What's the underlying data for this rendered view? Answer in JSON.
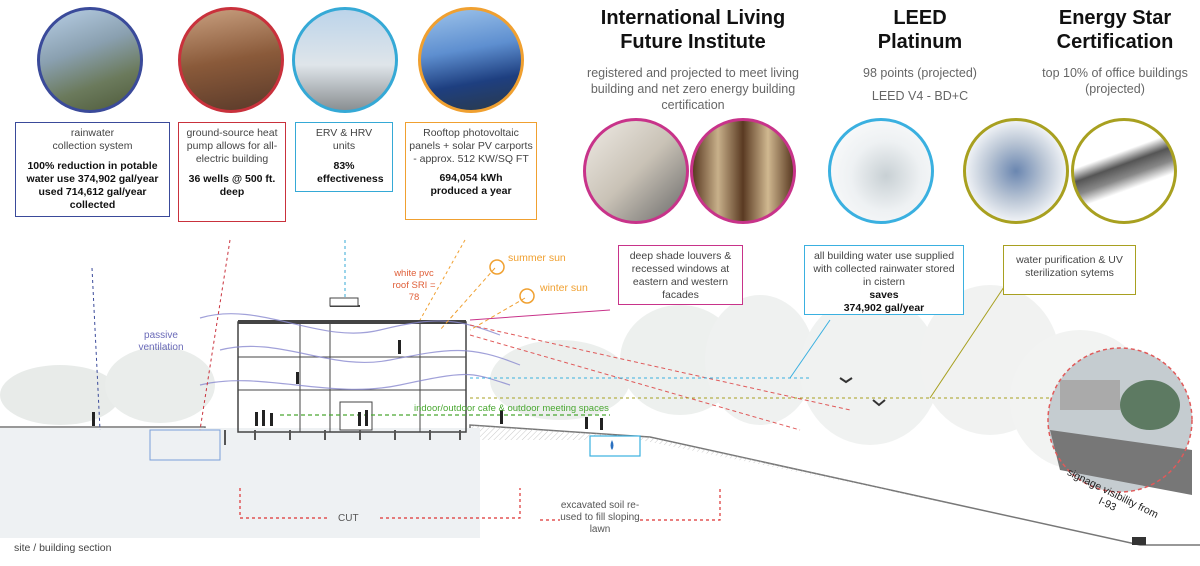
{
  "certifications": [
    {
      "title": "International Living Future Institute",
      "desc": "registered and projected to meet living building and net zero energy building certification"
    },
    {
      "title": "LEED Platinum",
      "desc": "98 points (projected)",
      "desc2": "LEED V4 - BD+C"
    },
    {
      "title": "Energy Star Certification",
      "desc": "top 10% of office buildings (projected)"
    }
  ],
  "callouts": {
    "rainwater": {
      "line1": "rainwater",
      "line2": "collection system",
      "bold": "100% reduction in potable water use 374,902 gal/year used 714,612 gal/year collected"
    },
    "geothermal": {
      "text": "ground-source heat pump allows for all-electric building",
      "bold": "36 wells @ 500 ft. deep"
    },
    "erv": {
      "text": "ERV & HRV units",
      "bold": "83% effectiveness"
    },
    "solar": {
      "text": "Rooftop photovoltaic panels + solar PV carports - approx. 512 KW/SQ FT",
      "bold": "694,054 kWh produced a year"
    },
    "louvers": {
      "text": "deep shade louvers & recessed windows at eastern and western facades"
    },
    "water_use": {
      "text": "all building water use supplied with collected rainwater stored in cistern",
      "bold1": "saves",
      "bold2": "374,902 gal/year"
    },
    "purification": {
      "text": "water purification & UV sterilization sytems"
    }
  },
  "section_labels": {
    "summer_sun": "summer sun",
    "winter_sun": "winter sun",
    "roof": "white pvc roof SRI = 78",
    "passive_ventilation": "passive ventilation",
    "cafe": "indoor/outdoor cafe & outdoor meeting spaces",
    "cut": "CUT",
    "fill": "excavated soil re-used to fill sloping lawn",
    "signage": "signage visibility from I-93",
    "caption": "site / building section"
  },
  "colors": {
    "rainwater": "#3a4a9a",
    "geothermal": "#c9313c",
    "erv": "#35a9d6",
    "solar": "#f0a030",
    "louvers": "#c8338a",
    "water_use": "#3ab0e0",
    "purification": "#a8a020",
    "cafe": "#4aa832",
    "sun": "#f0a030",
    "ventilation": "#6a6ab8"
  }
}
